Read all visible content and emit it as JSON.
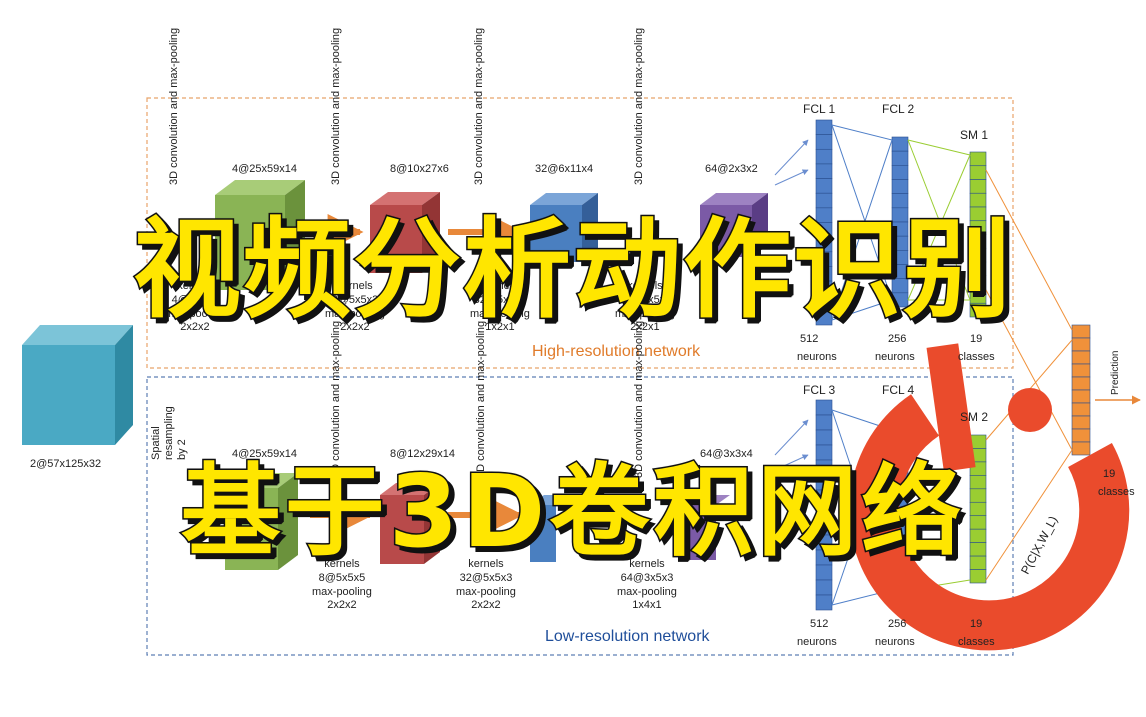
{
  "headline": {
    "line1": "视频分析动作识别",
    "line2": "基于3D卷积网络"
  },
  "high_network": {
    "title": "High-resolution network",
    "stages": [
      {
        "op": "3D convolution\nand max-pooling",
        "size": "4@25x59x14",
        "kernels": "kernels\n4@5x5x3\nmax-pooling\n2x2x2"
      },
      {
        "op": "3D convolution\nand max-pooling",
        "size": "8@10x27x6",
        "kernels": "kernels\n8@5x5x3\nmax-pooling\n2x2x2"
      },
      {
        "op": "3D convolution\nand max-pooling",
        "size": "32@6x11x4",
        "kernels": "kernels\n32@5x5x3\nmax-pooling\n1x2x1"
      },
      {
        "op": "3D convolution\nand max-pooling",
        "size": "64@2x3x2",
        "kernels": "kernels\n64@3x5x3\nmax-pooling\n2x2x1"
      }
    ],
    "fcl1": {
      "title": "FCL 1",
      "count": "512",
      "unit": "neurons"
    },
    "fcl2": {
      "title": "FCL 2",
      "count": "256",
      "unit": "neurons"
    },
    "sm": {
      "title": "SM 1",
      "count": "19",
      "unit": "classes"
    }
  },
  "low_network": {
    "title": "Low-resolution network",
    "spatial": "Spatial\nresampling\nby 2",
    "stages": [
      {
        "op": "3D convolution\nand max-pooling",
        "size": "4@25x59x14",
        "kernels": "kernels\n8@5x5x5\nmax-pooling\n2x2x2"
      },
      {
        "op": "3D convolution\nand max-pooling",
        "size": "8@12x29x14",
        "kernels": "kernels\n32@5x5x3\nmax-pooling\n2x2x2"
      },
      {
        "op": "3D convolution\nand max-pooling",
        "size": "64@3x3x4",
        "kernels": "kernels\n64@3x5x3\nmax-pooling\n1x4x1"
      }
    ],
    "fcl3": {
      "title": "FCL 3",
      "count": "512",
      "unit": "neurons"
    },
    "fcl4": {
      "title": "FCL 4",
      "count": "256",
      "unit": "neurons"
    },
    "sm": {
      "title": "SM 2",
      "count": "19",
      "unit": "classes"
    }
  },
  "input": {
    "size": "2@57x125x32"
  },
  "output": {
    "count": "19",
    "unit": "classes",
    "prediction": "Prediction",
    "formula": "P(C|X,W_L)"
  },
  "colors": {
    "input_cube": "#4aa9c4",
    "conv_green": "#8ab455",
    "conv_red": "#b84a4a",
    "conv_blue": "#4a7fc0",
    "conv_purple": "#7b5aa6",
    "fcl_blue": "#4f7fc8",
    "sm_green": "#9acd32",
    "output_orange": "#f0913a",
    "headline_yellow": "#ffe600",
    "logo_red": "#ea4b2c",
    "frame_high": "#e8a46a",
    "frame_low": "#5d7fb5"
  },
  "logo": {
    "icon": "power-ring-logo-icon"
  }
}
